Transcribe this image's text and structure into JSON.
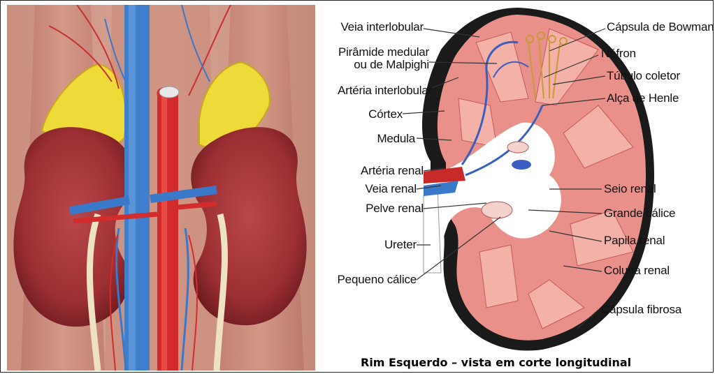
{
  "diagram": {
    "caption": "Rim Esquerdo – vista em corte longitudinal",
    "labels_left": [
      {
        "id": "veia-interlobular",
        "text": "Veia interlobular"
      },
      {
        "id": "piramide-medular-1",
        "text": "Pirâmide medular"
      },
      {
        "id": "piramide-medular-2",
        "text": "ou de Malpighi"
      },
      {
        "id": "arteria-interlobular",
        "text": "Artéria interlobular"
      },
      {
        "id": "cortex",
        "text": "Córtex"
      },
      {
        "id": "medula",
        "text": "Medula"
      },
      {
        "id": "arteria-renal",
        "text": "Artéria renal"
      },
      {
        "id": "veia-renal",
        "text": "Veia renal"
      },
      {
        "id": "pelve-renal",
        "text": "Pelve renal"
      },
      {
        "id": "ureter",
        "text": "Ureter"
      },
      {
        "id": "pequeno-calice",
        "text": "Pequeno cálice"
      }
    ],
    "labels_right": [
      {
        "id": "capsula-bowman",
        "text": "Cápsula de Bowman"
      },
      {
        "id": "nefron",
        "text": "Néfron"
      },
      {
        "id": "tubulo-coletor",
        "text": "Túbulo coletor"
      },
      {
        "id": "alca-henle",
        "text": "Alça de Henle"
      },
      {
        "id": "seio-renal",
        "text": "Seio renal"
      },
      {
        "id": "grande-calice",
        "text": "Grande cálice"
      },
      {
        "id": "papila-renal",
        "text": "Papila renal"
      },
      {
        "id": "coluna-renal",
        "text": "Coluna renal"
      },
      {
        "id": "capsula-fibrosa",
        "text": "Cápsula fibrosa"
      }
    ]
  },
  "colors": {
    "kidney": "#a8353a",
    "cortex": "#e88f8a",
    "medulla": "#f1a7a0",
    "vein": "#3a78c9",
    "artery": "#d22c2c",
    "adrenal": "#f2e23a",
    "capsule": "#111111"
  }
}
